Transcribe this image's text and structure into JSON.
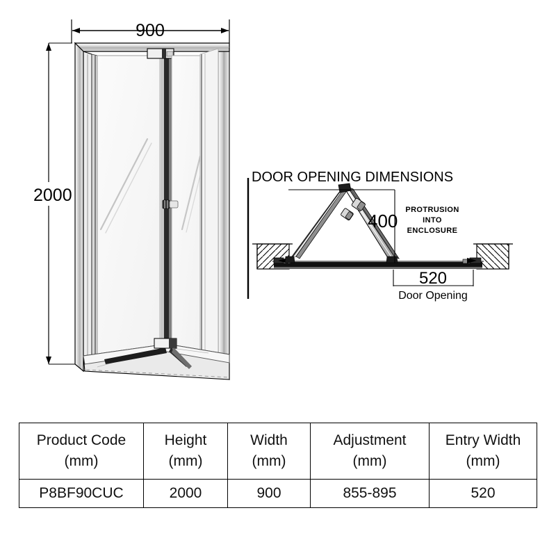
{
  "product_drawing": {
    "enclosure": {
      "width_dimension": "900",
      "height_dimension": "2000",
      "unit_hint": "mm"
    },
    "door_opening_diagram": {
      "title": "DOOR OPENING DIMENSIONS",
      "protrusion_label_line1": "PROTRUSION",
      "protrusion_label_line2": "INTO",
      "protrusion_label_line3": "ENCLOSURE",
      "protrusion_dimension": "400",
      "opening_dimension": "520",
      "opening_caption": "Door Opening"
    }
  },
  "spec_table": {
    "headers": [
      {
        "line1": "Product Code",
        "line2": "(mm)"
      },
      {
        "line1": "Height",
        "line2": "(mm)"
      },
      {
        "line1": "Width",
        "line2": "(mm)"
      },
      {
        "line1": "Adjustment",
        "line2": "(mm)"
      },
      {
        "line1": "Entry Width",
        "line2": "(mm)"
      }
    ],
    "rows": [
      {
        "product_code": "P8BF90CUC",
        "height": "2000",
        "width": "900",
        "adjustment": "855-895",
        "entry_width": "520"
      }
    ]
  },
  "colors": {
    "line": "#000000",
    "glass": "#f7f7f7",
    "frame_light": "#e8e8e8",
    "frame_mid": "#c9c9c9",
    "frame_dark": "#8a8a8a",
    "metal_hatch": "#000000"
  }
}
